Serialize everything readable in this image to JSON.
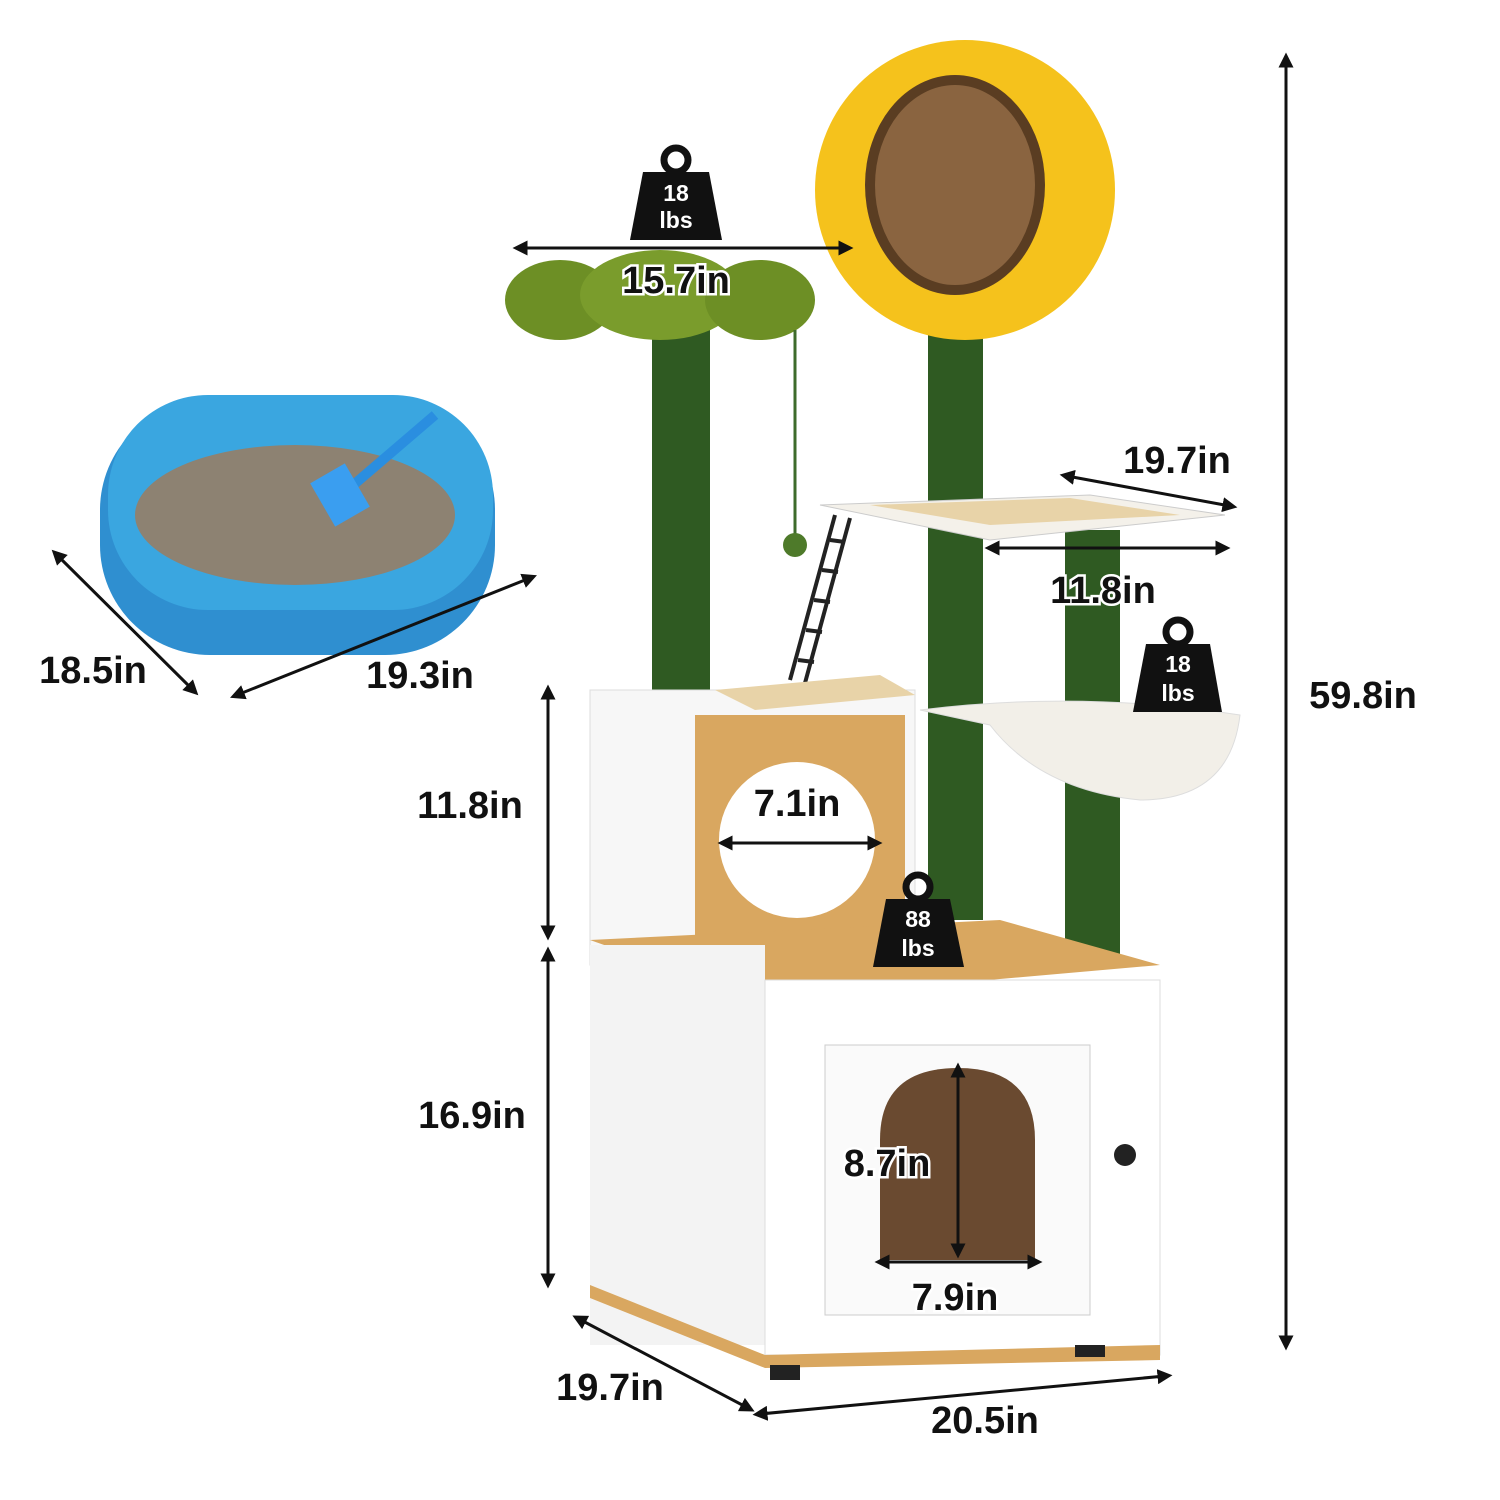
{
  "colors": {
    "cabinet": "#ffffff",
    "wood": "#d9a760",
    "post": "#2f5a22",
    "petal": "#f5c21c",
    "scratch": "#7a5535",
    "cloud": "#6d8f25",
    "litter_box": "#3aa6e0"
  },
  "weights": [
    {
      "value": "18",
      "unit": "lbs"
    },
    {
      "value": "18",
      "unit": "lbs"
    },
    {
      "value": "88",
      "unit": "lbs"
    }
  ],
  "dimensions": {
    "top_platform_width": "15.7in",
    "shelf_depth": "19.7in",
    "shelf_width": "11.8in",
    "total_height": "59.8in",
    "litter_depth": "18.5in",
    "litter_width": "19.3in",
    "upper_box_height": "11.8in",
    "hole_diameter": "7.1in",
    "cabinet_height": "16.9in",
    "door_height": "8.7in",
    "door_width": "7.9in",
    "base_depth": "19.7in",
    "base_width": "20.5in"
  }
}
